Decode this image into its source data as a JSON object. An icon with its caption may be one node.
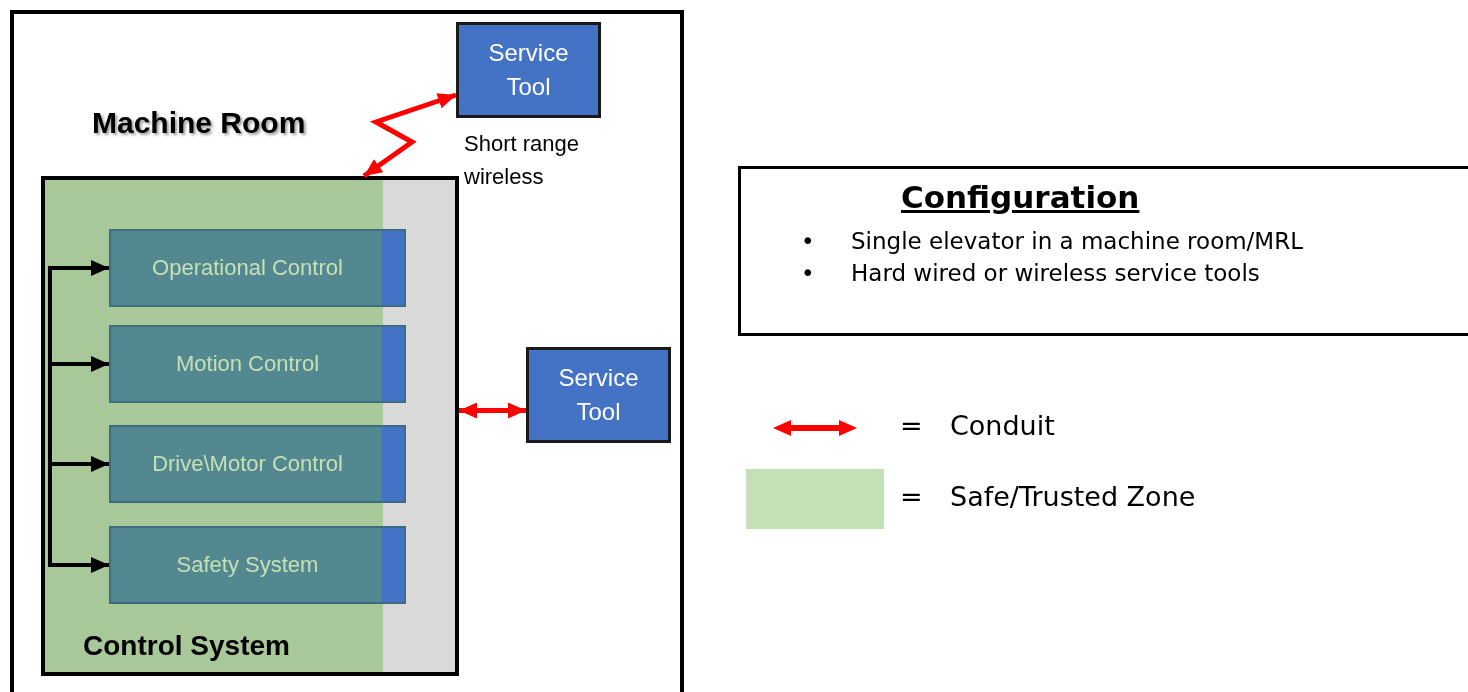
{
  "diagram": {
    "nodes": [
      {
        "text": [
          "Machine Room"
        ]
      },
      {
        "text": [
          "Service Tool"
        ],
        "in": 0
      },
      {
        "text": [
          "Control System"
        ],
        "in": 0
      },
      {
        "text": [
          "Operational Control"
        ],
        "in": 2
      },
      {
        "text": [
          "Motion Control"
        ],
        "in": 2
      },
      {
        "text": [
          "Drive\\Motor Control"
        ],
        "in": 2
      },
      {
        "text": [
          "Safety System"
        ],
        "in": 2
      },
      {
        "text": [
          "Service Tool"
        ],
        "in": 0
      },
      {
        "text": [
          "Configuration",
          "Single elevator in a machine room/MRL",
          "Hard wired or wireless service tools"
        ]
      }
    ],
    "edges": [
      {
        "from": 1,
        "to": 2,
        "arrow": "both",
        "label": "Short range wireless",
        "color": "#ff0000"
      },
      {
        "from": 2,
        "to": 7,
        "arrow": "both",
        "color": "#ff0000"
      },
      {
        "from": null,
        "to": 3,
        "arrow": "to"
      },
      {
        "from": null,
        "to": 4,
        "arrow": "to"
      },
      {
        "from": null,
        "to": 5,
        "arrow": "to"
      },
      {
        "from": null,
        "to": 6,
        "arrow": "to"
      }
    ],
    "labels": [
      "•",
      "•",
      "=",
      "="
    ],
    "legend": [
      {
        "text": "Conduit"
      },
      {
        "text": "Safe/Trusted Zone",
        "color": "#c5e0b4"
      }
    ]
  }
}
